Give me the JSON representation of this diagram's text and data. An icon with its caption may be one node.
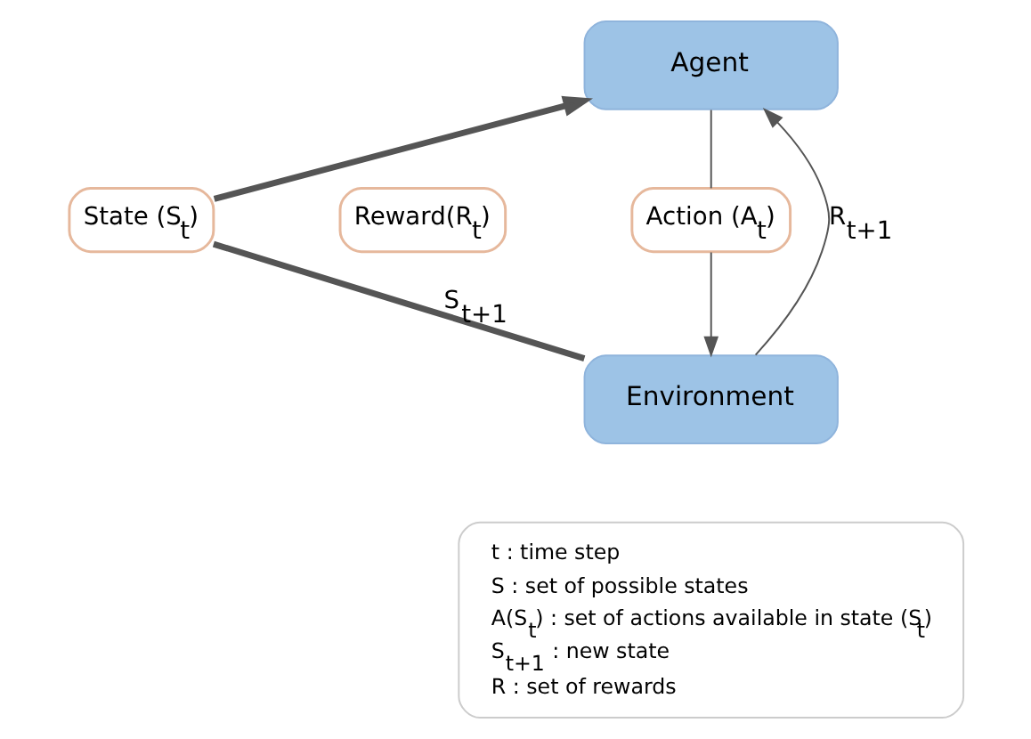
{
  "diagram": {
    "nodes": [
      {
        "text": [
          "Agent"
        ]
      },
      {
        "text": [
          "State (S$_{t}$)"
        ]
      },
      {
        "text": [
          "Reward(R$_{t}$)"
        ]
      },
      {
        "text": [
          "Action (A$_{t}$)"
        ]
      },
      {
        "text": [
          "Environment"
        ]
      },
      {
        "text": [
          "t : time step",
          "S : set of possible states",
          "A(S$_{t}$) : set of actions available in state (S$_{t}$)",
          "S$_{t+1}$ : new state",
          "R : set of rewards"
        ]
      }
    ],
    "edges": [
      {
        "from": 0,
        "to": 3,
        "arrow": "none"
      },
      {
        "from": 3,
        "to": 4,
        "arrow": "to"
      },
      {
        "from": 4,
        "to": 1,
        "arrow": "none",
        "label": "S$_{t+1}$",
        "style": "thick"
      },
      {
        "from": 1,
        "to": 0,
        "arrow": "to",
        "style": "thick"
      },
      {
        "from": 4,
        "to": 0,
        "arrow": "to",
        "label": "R$_{t+1}$"
      }
    ]
  }
}
